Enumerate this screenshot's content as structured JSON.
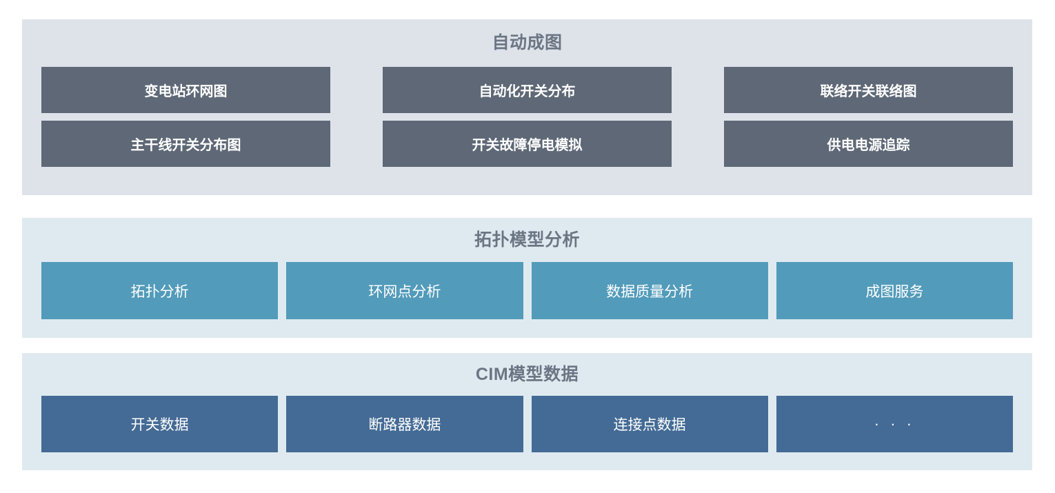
{
  "colors": {
    "page_background": "#ffffff",
    "automap_panel_bg": "#dee2e9",
    "automap_tile_bg": "#5e6876",
    "topology_panel_bg": "#dfeaf0",
    "topology_tile_bg": "#529bba",
    "cim_panel_bg": "#dfeaf0",
    "cim_tile_bg": "#446b95",
    "title_text": "#6b7684",
    "tile_text": "#ffffff"
  },
  "sections": {
    "automap": {
      "title": "自动成图",
      "rows": [
        [
          {
            "label": "变电站环网图"
          },
          {
            "label": "自动化开关分布"
          },
          {
            "label": "联络开关联络图"
          }
        ],
        [
          {
            "label": "主干线开关分布图"
          },
          {
            "label": "开关故障停电模拟"
          },
          {
            "label": "供电电源追踪"
          }
        ]
      ]
    },
    "topology": {
      "title": "拓扑模型分析",
      "items": [
        {
          "label": "拓扑分析"
        },
        {
          "label": "环网点分析"
        },
        {
          "label": "数据质量分析"
        },
        {
          "label": "成图服务"
        }
      ]
    },
    "cim": {
      "title": "CIM模型数据",
      "items": [
        {
          "label": "开关数据"
        },
        {
          "label": "断路器数据"
        },
        {
          "label": "连接点数据"
        },
        {
          "label": "· · ·"
        }
      ]
    }
  }
}
